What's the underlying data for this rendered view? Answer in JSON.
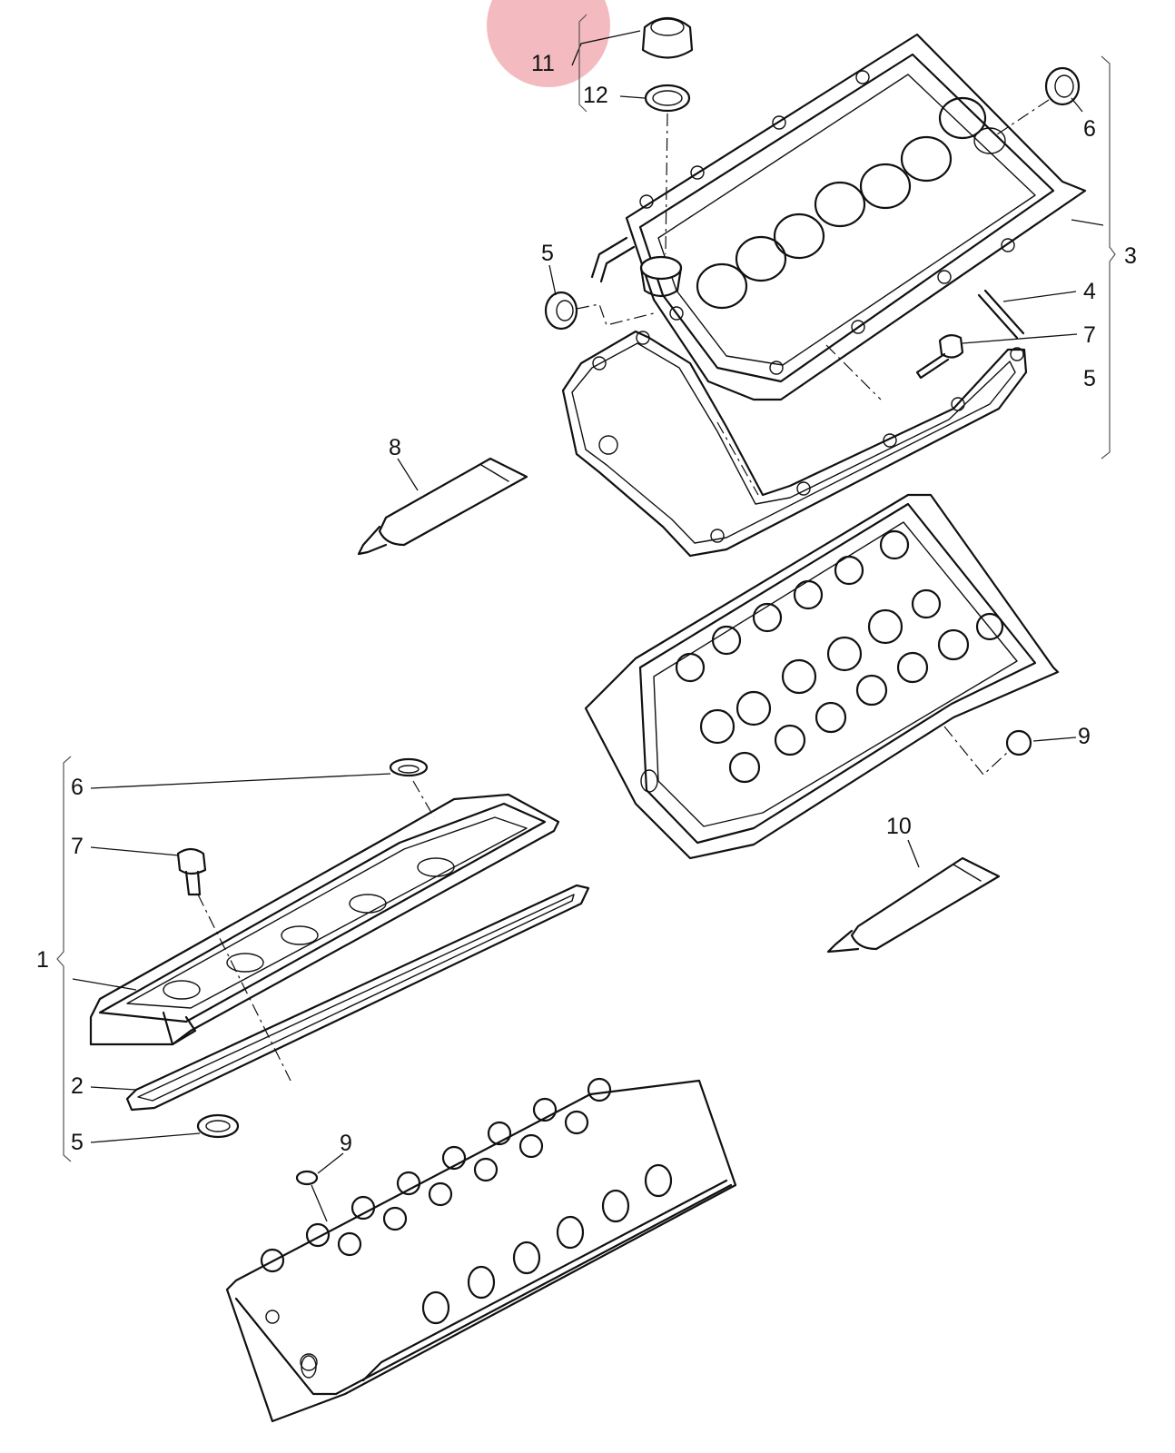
{
  "diagram": {
    "highlight_color": "#e9838b",
    "callouts": [
      {
        "id": "c11",
        "label": "11"
      },
      {
        "id": "c12",
        "label": "12"
      },
      {
        "id": "c6a",
        "label": "6"
      },
      {
        "id": "c5a",
        "label": "5"
      },
      {
        "id": "c3",
        "label": "3"
      },
      {
        "id": "c4",
        "label": "4"
      },
      {
        "id": "c7a",
        "label": "7"
      },
      {
        "id": "c5b",
        "label": "5"
      },
      {
        "id": "c8",
        "label": "8"
      },
      {
        "id": "c9a",
        "label": "9"
      },
      {
        "id": "c10",
        "label": "10"
      },
      {
        "id": "c6b",
        "label": "6"
      },
      {
        "id": "c7b",
        "label": "7"
      },
      {
        "id": "c1",
        "label": "1"
      },
      {
        "id": "c2",
        "label": "2"
      },
      {
        "id": "c5c",
        "label": "5"
      },
      {
        "id": "c9b",
        "label": "9"
      }
    ]
  }
}
